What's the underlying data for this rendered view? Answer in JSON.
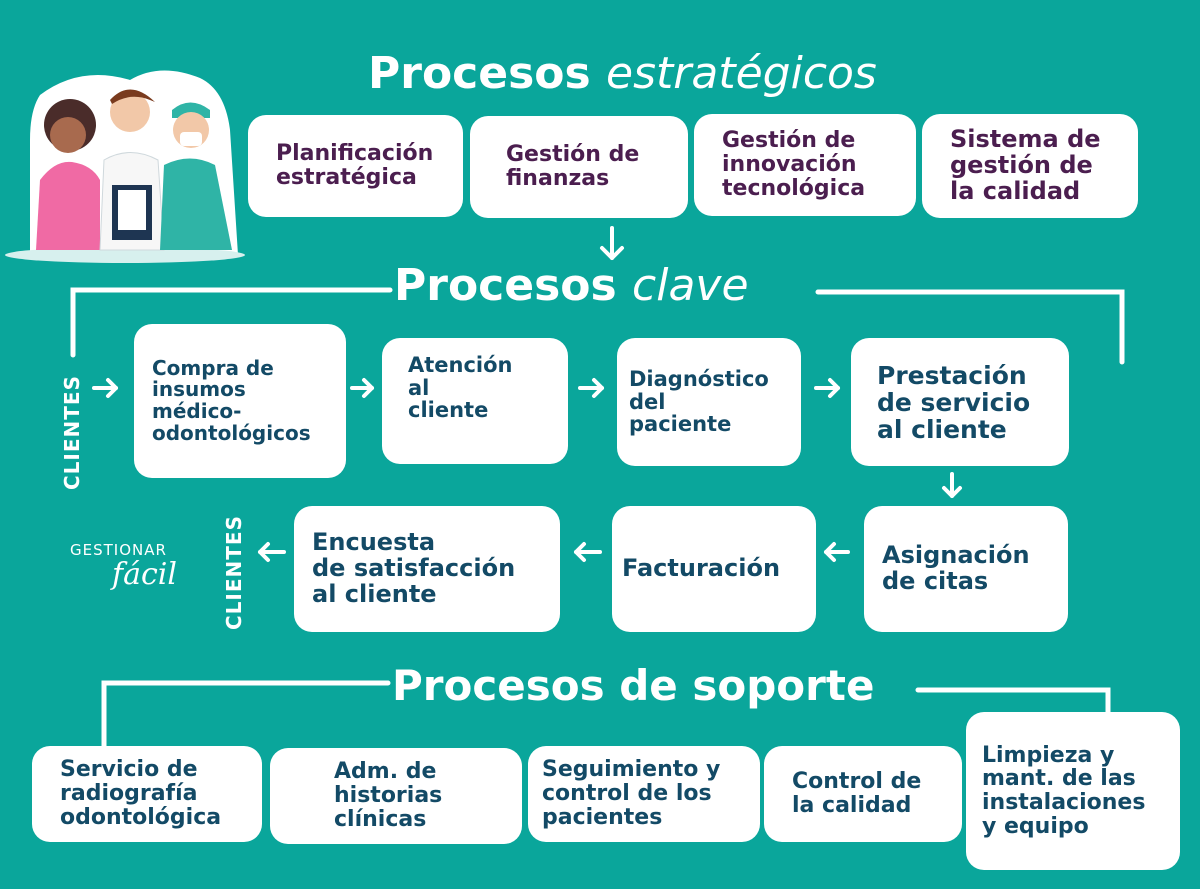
{
  "headings": {
    "strategic_prefix": "Procesos",
    "strategic_suffix": "estratégicos",
    "key_prefix": "Procesos",
    "key_suffix": "clave",
    "support": "Procesos de soporte"
  },
  "strategic": [
    {
      "label": "Planificación\nestratégica"
    },
    {
      "label": "Gestión de\nfinanzas"
    },
    {
      "label": "Gestión de\ninnovación\ntecnológica"
    },
    {
      "label": "Sistema de\ngestión de\nla calidad"
    }
  ],
  "key": [
    {
      "label": "Compra de\ninsumos\nmédico-\nodontológicos"
    },
    {
      "label": "Atención\nal\ncliente"
    },
    {
      "label": "Diagnóstico\ndel\npaciente"
    },
    {
      "label": "Prestación\nde servicio\nal cliente"
    },
    {
      "label": "Asignación\nde citas"
    },
    {
      "label": "Facturación"
    },
    {
      "label": "Encuesta\nde satisfacción\nal cliente"
    }
  ],
  "support": [
    {
      "label": "Servicio de\nradiografía\nodontológica"
    },
    {
      "label": "Adm. de\nhistorias\nclínicas"
    },
    {
      "label": "Seguimiento y\ncontrol de los\npacientes"
    },
    {
      "label": "Control de\nla calidad"
    },
    {
      "label": "Limpieza y\nmant. de las\ninstalaciones\ny equipo"
    }
  ],
  "clients_left": "CLIENTES",
  "clients_right": "CLIENTES",
  "logo": {
    "line1": "GESTIONAR",
    "line2": "fácil"
  },
  "colors": {
    "background": "#0aa69b",
    "box": "#ffffff",
    "strategic_text": "#4b1e4f",
    "key_text": "#134a66"
  }
}
